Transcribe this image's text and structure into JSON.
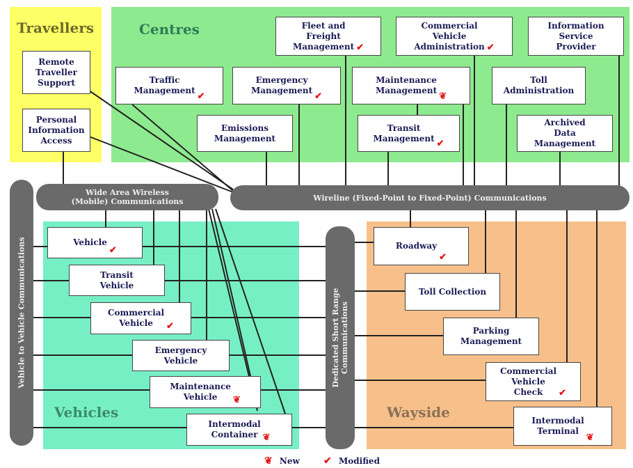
{
  "regions": {
    "travellers": "Travellers",
    "centres": "Centres",
    "vehicles": "Vehicles",
    "wayside": "Wayside"
  },
  "boxes": {
    "remote_traveller_support": "Remote\nTraveller\nSupport",
    "personal_information_access": "Personal\nInformation\nAccess",
    "fleet_freight": "Fleet and\nFreight\nManagement",
    "commercial_vehicle_admin": "Commercial\nVehicle\nAdministration",
    "information_service_provider": "Information\nService\nProvider",
    "traffic_management": "Traffic\nManagement",
    "emergency_management": "Emergency\nManagement",
    "maintenance_management": "Maintenance\nManagement",
    "toll_administration": "Toll\nAdministration",
    "emissions_management": "Emissions\nManagement",
    "transit_management": "Transit\nManagement",
    "archived_data_management": "Archived\nData\nManagement",
    "vehicle": "Vehicle",
    "transit_vehicle": "Transit\nVehicle",
    "commercial_vehicle": "Commercial\nVehicle",
    "emergency_vehicle": "Emergency\nVehicle",
    "maintenance_vehicle": "Maintenance\nVehicle",
    "intermodal_container": "Intermodal\nContainer",
    "roadway": "Roadway",
    "toll_collection": "Toll Collection",
    "parking_management": "Parking\nManagement",
    "commercial_vehicle_check": "Commercial\nVehicle\nCheck",
    "intermodal_terminal": "Intermodal\nTerminal"
  },
  "buses": {
    "wide_area_wireless": "Wide Area Wireless\n(Mobile) Communications",
    "wireline": "Wireline (Fixed-Point to Fixed-Point) Communications",
    "vehicle_to_vehicle": "Vehicle to Vehicle Communications",
    "dsrc": "Dedicated Short Range\nCommunications"
  },
  "legend": {
    "new_label": "New",
    "modified_label": "Modified"
  },
  "colors": {
    "travellers_bg": "#ffff66",
    "centres_bg": "#8eea8e",
    "vehicles_bg": "#77efc4",
    "wayside_bg": "#f7c08a",
    "bus": "#6a6a6a",
    "mark": "#e31b1b"
  },
  "icons": {
    "new": "maple-leaf-icon",
    "modified": "checkmark-icon"
  }
}
